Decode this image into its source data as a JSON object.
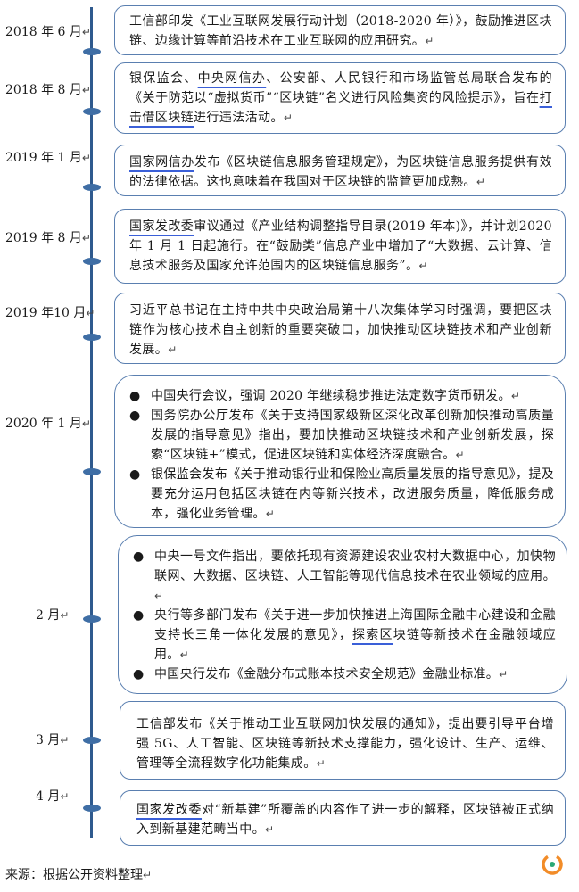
{
  "entries": [
    {
      "date": "2018 年 6 月",
      "text": "工信部印发《工业互联网发展行动计划（2018-2020 年）》，鼓励推进区块链、边缘计算等前沿技术在工业互联网的应用研究。"
    },
    {
      "date": "2018 年 8 月",
      "text_pre": "银保监会、",
      "text_u1": "中央网信办",
      "text_mid": "、公安部、人民银行和市场监管总局联合发布的《关于防范以“虚拟货币”“区块链”名义进行风险集资的风险提示》，旨在",
      "text_u2": "打击借区块链",
      "text_post": "进行违法活动。"
    },
    {
      "date": "2019 年 1 月",
      "text_u1": "国家网信办",
      "text_post": "发布《区块链信息服务管理规定》，为区块链信息服务提供有效的法律依据。这也意味着在我国对于区块链的监管更加成熟。"
    },
    {
      "date": "2019 年 8 月",
      "text_u1": "国家发改委",
      "text_post": "审议通过《产业结构调整指导目录(2019 年本)》，并计划2020 年 1 月 1 日起施行。在“鼓励类”信息产业中增加了“大数据、云计算、信息技术服务及国家允许范围内的区块链信息服务”。"
    },
    {
      "date": "2019 年10 月",
      "text": "习近平总书记在主持中共中央政治局第十八次集体学习时强调，要把区块链作为核心技术自主创新的重要突破口，加快推动区块链技术和产业创新发展。"
    },
    {
      "date": "2020 年 1 月",
      "bullets": [
        "中国央行会议，强调 2020 年继续稳步推进法定数字货币研发。",
        "国务院办公厅发布《关于支持国家级新区深化改革创新加快推动高质量发展的指导意见》指出，要加快推动区块链技术和产业创新发展，探索“区块链+”模式，促进区块链和实体经济深度融合。",
        "银保监会发布《关于推动银行业和保险业高质量发展的指导意见》，提及要充分运用包括区块链在内等新兴技术，改进服务质量，降低服务成本，强化业务管理。"
      ]
    },
    {
      "date": "2 月",
      "bullets": [
        "中央一号文件指出，要依托现有资源建设农业农村大数据中心，加快物联网、大数据、区块链、人工智能等现代信息技术在农业领域的应用。",
        "央行等多部门发布《关于进一步加快推进上海国际金融中心建设和金融支持长三角一体化发展的意见》，",
        "中国央行发布《金融分布式账本技术安全规范》金融业标准。"
      ],
      "bullet2_u": "探索区",
      "bullet2_post": "块链等新技术在金融领域应用。"
    },
    {
      "date": "3 月",
      "text": "工信部发布《关于推动工业互联网加快发展的通知》，提出要引导平台增强 5G、人工智能、区块链等新技术支撑能力，强化设计、生产、运维、管理等全流程数字化功能集成。"
    },
    {
      "date": "4 月",
      "text_u1": "国家发改委",
      "text_post": "对“新基建”所覆盖的内容作了进一步的解释，区块链被正式纳入到新基建范畴当中。"
    }
  ],
  "bullet_symbol": "●",
  "para_mark": "↵",
  "source": "来源：根据公开资料整理",
  "colors": {
    "timeline": "#2f5a8e",
    "box_border": "#5a7fb0",
    "underline": "#3a5fd8",
    "logo_outer": "#f28c28",
    "logo_inner": "#2aa876"
  },
  "logo_icon": "brand-ring-icon"
}
